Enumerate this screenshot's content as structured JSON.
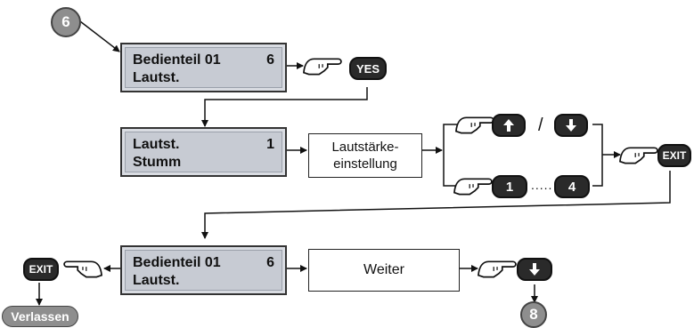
{
  "steps": {
    "start": "6",
    "end": "8"
  },
  "displays": {
    "d1": {
      "line1": "Bedienteil 01",
      "value": "6",
      "line2": "Lautst."
    },
    "d2": {
      "line1": "Lautst.",
      "value": "1",
      "line2": "Stumm"
    },
    "d3": {
      "line1": "Bedienteil 01",
      "value": "6",
      "line2": "Lautst."
    }
  },
  "boxes": {
    "lautstaerke_line1": "Lautstärke-",
    "lautstaerke_line2": "einstellung",
    "weiter": "Weiter"
  },
  "keys": {
    "yes": "YES",
    "exit": "EXIT",
    "up": "arrow-up-icon",
    "down": "arrow-down-icon",
    "one": "1",
    "four": "4",
    "slash": "/",
    "dots": "....."
  },
  "exit_label": "Verlassen"
}
